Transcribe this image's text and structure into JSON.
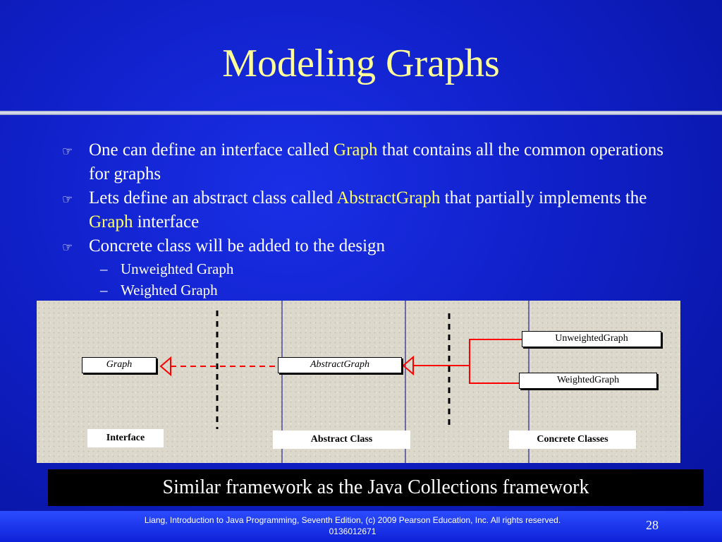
{
  "slide": {
    "title": "Modeling Graphs",
    "bullets": [
      {
        "pre": "One can define an interface called ",
        "hl": "Graph",
        "post": " that contains all the common operations for graphs"
      },
      {
        "pre": "Lets define an abstract class called ",
        "hl": "AbstractGraph",
        "mid": " that partially implements the ",
        "hl2": "Graph",
        "post": " interface"
      },
      {
        "text": "Concrete class will be added to the design"
      }
    ],
    "sub_bullets": [
      "Unweighted Graph",
      "Weighted Graph"
    ],
    "bullet_marker_icon": "pointing-hand-icon",
    "sub_marker": "–"
  },
  "diagram": {
    "graph_box": "Graph",
    "abstract_box": "AbstractGraph",
    "unweighted_box": "UnweightedGraph",
    "weighted_box": "WeightedGraph",
    "label_interface": "Interface",
    "label_abstract": "Abstract Class",
    "label_concrete": "Concrete Classes",
    "arrow_color": "#ff0000",
    "divider_color": "#000080"
  },
  "banner": "Similar framework as the Java Collections framework",
  "footer": {
    "text": "Liang, Introduction to Java Programming, Seventh Edition, (c) 2009 Pearson Education, Inc. All rights reserved. 0136012671",
    "page": "28"
  },
  "colors": {
    "title": "#ffff99",
    "highlight": "#ffff66",
    "background": "#1020c8",
    "banner_bg": "#000000"
  }
}
